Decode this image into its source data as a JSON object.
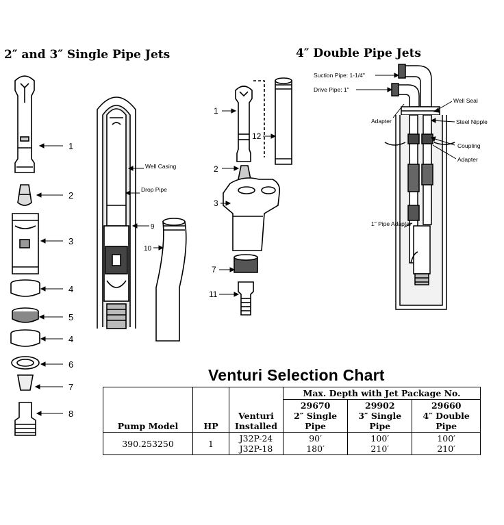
{
  "headings": {
    "left": "2″ and 3″ Single Pipe Jets",
    "right": "4″ Double Pipe Jets"
  },
  "left_part_numbers": [
    "1",
    "2",
    "3",
    "4",
    "5",
    "4",
    "6",
    "7",
    "8"
  ],
  "well_labels": {
    "well_casing": "Well Casing",
    "drop_pipe": "Drop Pipe",
    "num_9": "9",
    "num_10": "10"
  },
  "middle_part_numbers": [
    "1",
    "2",
    "3",
    "7",
    "11",
    "12"
  ],
  "double_labels": {
    "suction_pipe": "Suction Pipe: 1-1/4\"",
    "drive_pipe": "Drive Pipe: 1\"",
    "adapter_top": "Adapter",
    "well_seal": "Well Seal",
    "steel_nipple": "Steel Nipple",
    "coupling": "Coupling",
    "adapter_right": "Adapter",
    "pipe_adapter": "1\" Pipe Adapter"
  },
  "chart": {
    "title": "Venturi Selection Chart",
    "group_header": "Max. Depth with Jet Package No.",
    "col_pump_model": "Pump Model",
    "col_hp": "HP",
    "col_venturi": "Venturi Installed",
    "packages": [
      {
        "number": "29670",
        "desc": "2″ Single Pipe"
      },
      {
        "number": "29902",
        "desc": "3″ Single Pipe"
      },
      {
        "number": "29660",
        "desc": "4″ Double Pipe"
      }
    ],
    "row": {
      "pump_model": "390.253250",
      "hp": "1",
      "venturi": [
        "J32P-24",
        "J32P-18"
      ],
      "depths": [
        [
          "90′",
          "180′"
        ],
        [
          "100′",
          "210′"
        ],
        [
          "100′",
          "210′"
        ]
      ]
    }
  }
}
